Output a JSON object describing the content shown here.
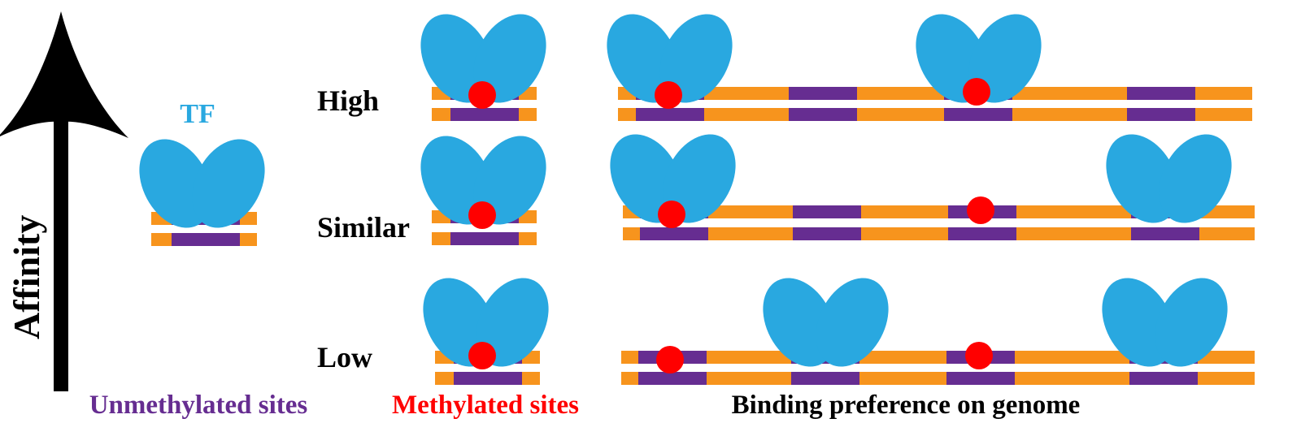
{
  "axis": {
    "label": "Affinity"
  },
  "tf_label": "TF",
  "rows": [
    {
      "label": "High"
    },
    {
      "label": "Similar"
    },
    {
      "label": "Low"
    }
  ],
  "legend": {
    "unmethylated": "Unmethylated sites",
    "methylated": "Methylated sites",
    "genome": "Binding preference on genome"
  },
  "colors": {
    "protein": "#29a8e0",
    "dna": "#f7941d",
    "site": "#662d91",
    "methyl": "#ff0000",
    "tf_text": "#29a8e0",
    "unmethylated_text": "#662d91",
    "methylated_text": "#ff0000",
    "text": "#000000"
  }
}
